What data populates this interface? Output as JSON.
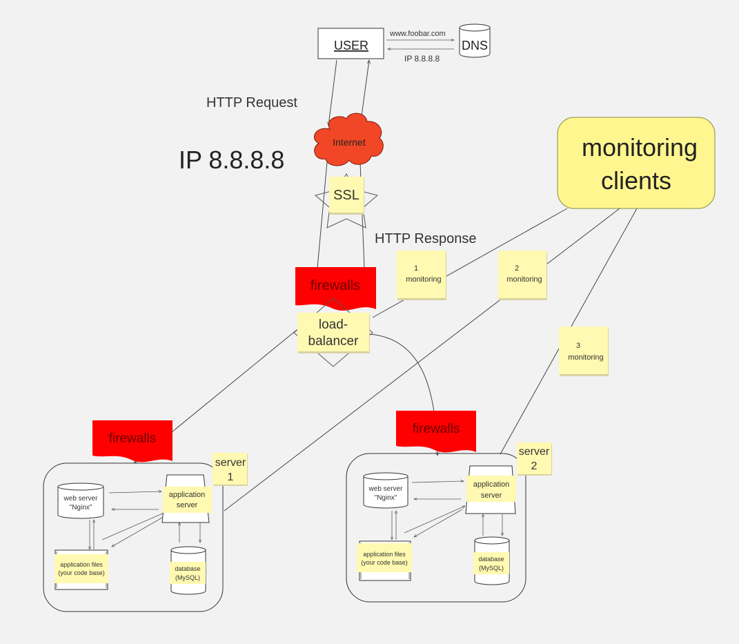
{
  "user": {
    "label": "USER"
  },
  "dns": {
    "label": "DNS",
    "request": "www.foobar.com",
    "response": "IP 8.8.8.8"
  },
  "labels": {
    "http_request": "HTTP Request",
    "ip_big": "IP 8.8.8.8",
    "http_response": "HTTP Response"
  },
  "internet": {
    "label": "Internet"
  },
  "ssl": {
    "label": "SSL"
  },
  "firewall_main": {
    "label": "firewalls"
  },
  "load_balancer": {
    "line1": "load-",
    "line2": "balancer"
  },
  "monitoring_clients": {
    "line1": "monitoring",
    "line2": "clients"
  },
  "monitors": [
    {
      "num": "1",
      "label": "monitoring"
    },
    {
      "num": "2",
      "label": "monitoring"
    },
    {
      "num": "3",
      "label": "monitoring"
    }
  ],
  "server1": {
    "firewall": "firewalls",
    "tag_line1": "server",
    "tag_line2": "1",
    "web_line1": "web server",
    "web_line2": "\"Nginx\"",
    "app_line1": "application",
    "app_line2": "server",
    "files_line1": "application files",
    "files_line2": "(your code base)",
    "db_line1": "database",
    "db_line2": "(MySQL)"
  },
  "server2": {
    "firewall": "firewalls",
    "tag_line1": "server",
    "tag_line2": "2",
    "web_line1": "web server",
    "web_line2": "\"Nginx\"",
    "app_line1": "application",
    "app_line2": "server",
    "files_line1": "application files",
    "files_line2": "(your code base)",
    "db_line1": "database",
    "db_line2": "(MySQL)"
  },
  "colors": {
    "sticky": "#fff9b1",
    "firewall": "#ff0000",
    "internet": "#f24726",
    "monitoring_box": "#fff68f"
  }
}
